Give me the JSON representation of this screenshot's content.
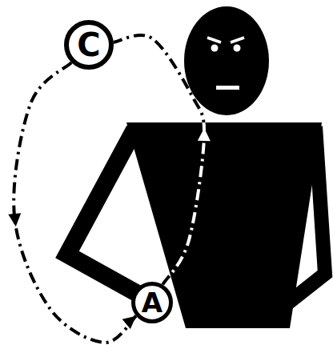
{
  "diagram": {
    "nodes": [
      {
        "text": [
          "C"
        ]
      },
      {
        "text": [
          "A"
        ]
      }
    ],
    "edges": [
      {
        "from": 1,
        "to": 0,
        "arrow": "to"
      },
      {
        "from": 0,
        "to": 1,
        "arrow": "to"
      }
    ]
  }
}
